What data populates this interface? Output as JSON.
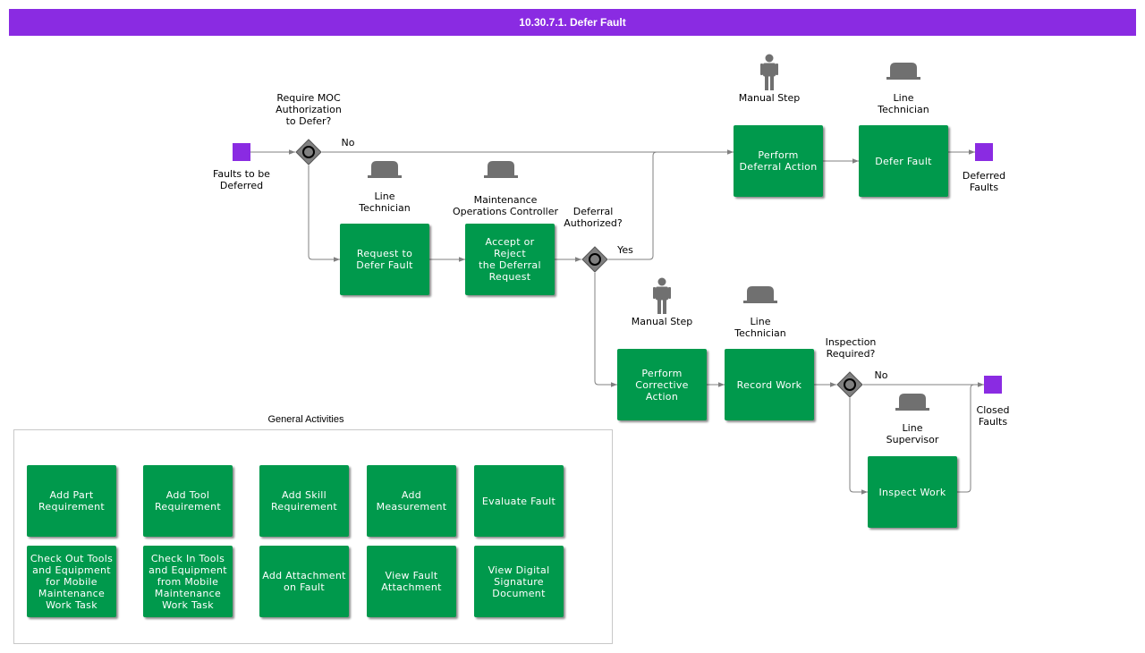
{
  "title": "10.30.7.1. Defer Fault",
  "colors": {
    "title_bar": "#8a2be2",
    "task": "#00994c",
    "event": "#8a2be2",
    "gateway": "#808080",
    "role_icon": "#707070",
    "edge": "#808080"
  },
  "events": {
    "start": "Faults to be\nDeferred",
    "deferred": "Deferred\nFaults",
    "closed": "Closed\nFaults"
  },
  "gateways": {
    "moc": "Require MOC\nAuthorization\nto Defer?",
    "authorized": "Deferral\nAuthorized?",
    "inspection": "Inspection\nRequired?"
  },
  "edge_labels": {
    "no_1": "No",
    "yes": "Yes",
    "no_2": "No"
  },
  "tasks": {
    "request": "Request to\nDefer Fault",
    "accept": "Accept or Reject\nthe Deferral\nRequest",
    "deferral_action": "Perform\nDeferral Action",
    "defer_fault": "Defer Fault",
    "corrective": "Perform\nCorrective\nAction",
    "record": "Record Work",
    "inspect": "Inspect Work"
  },
  "roles": {
    "manual_step_1": "Manual Step",
    "line_tech_1": "Line\nTechnician",
    "line_tech_2": "Line\nTechnician",
    "moc": "Maintenance\nOperations Controller",
    "manual_step_2": "Manual Step",
    "line_tech_3": "Line\nTechnician",
    "line_supervisor": "Line\nSupervisor"
  },
  "role_icons": {
    "manual": "person-icon",
    "technician": "hard-hat-icon"
  },
  "general": {
    "title": "General Activities",
    "items": [
      "Add Part\nRequirement",
      "Add Tool\nRequirement",
      "Add Skill\nRequirement",
      "Add\nMeasurement",
      "Evaluate Fault",
      "Check Out Tools\nand Equipment\nfor Mobile\nMaintenance\nWork Task",
      "Check In Tools\nand Equipment\nfrom Mobile\nMaintenance\nWork Task",
      "Add Attachment\non Fault",
      "View Fault\nAttachment",
      "View Digital\nSignature\nDocument"
    ]
  }
}
